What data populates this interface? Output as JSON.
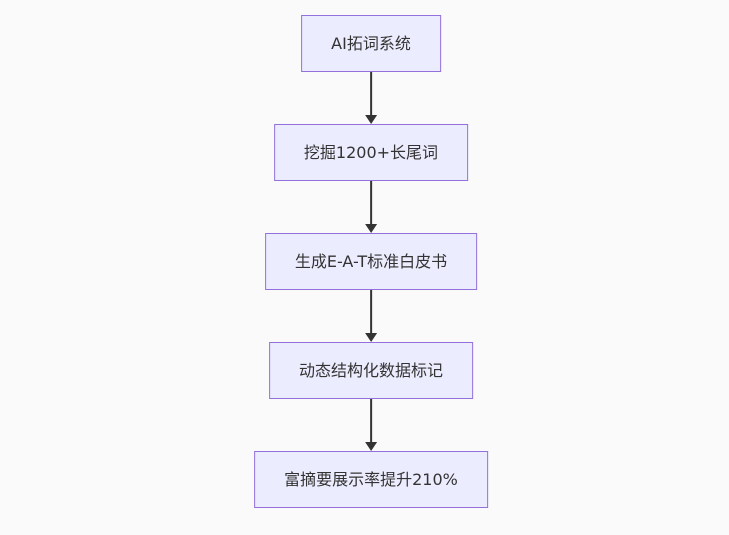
{
  "diagram": {
    "type": "flowchart",
    "direction": "top-down",
    "nodes": [
      {
        "id": "step1",
        "label": "AI拓词系统"
      },
      {
        "id": "step2",
        "label": "挖掘1200+长尾词"
      },
      {
        "id": "step3",
        "label": "生成E-A-T标准白皮书"
      },
      {
        "id": "step4",
        "label": "动态结构化数据标记"
      },
      {
        "id": "step5",
        "label": "富摘要展示率提升210%"
      }
    ],
    "edges": [
      {
        "from": "step1",
        "to": "step2"
      },
      {
        "from": "step2",
        "to": "step3"
      },
      {
        "from": "step3",
        "to": "step4"
      },
      {
        "from": "step4",
        "to": "step5"
      }
    ],
    "colors": {
      "background": "#fafafa",
      "node_fill": "#ECECFF",
      "node_border": "#9370DB",
      "arrow": "#333333",
      "text": "#333333"
    }
  }
}
